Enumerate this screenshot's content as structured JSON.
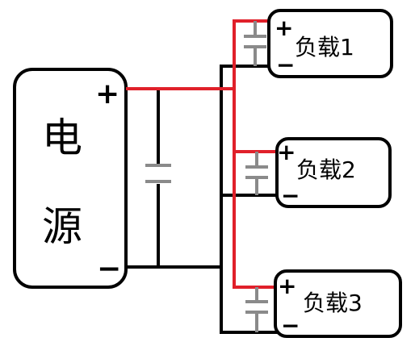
{
  "source": {
    "char_top": "电",
    "char_bottom": "源",
    "plus": "+",
    "minus": "−"
  },
  "loads": [
    {
      "label": "负载1",
      "plus": "+",
      "minus": "−"
    },
    {
      "label": "负载2",
      "plus": "+",
      "minus": "−"
    },
    {
      "label": "负载3",
      "plus": "+",
      "minus": "−"
    }
  ],
  "colors": {
    "positive_wire": "#e0202a",
    "negative_wire": "#000000",
    "capacitor": "#8a8a8a",
    "box_border": "#000000"
  }
}
